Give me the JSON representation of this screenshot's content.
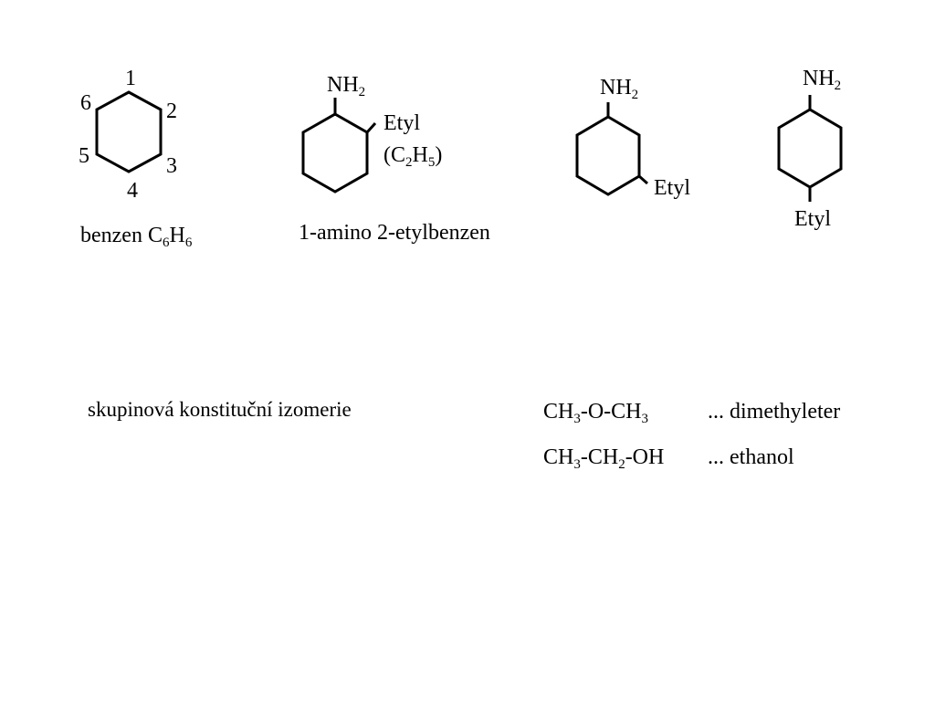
{
  "structures": {
    "benzen": {
      "numbers": [
        "1",
        "2",
        "3",
        "4",
        "5",
        "6"
      ],
      "caption": {
        "main": "benzen C",
        "sub1": "6",
        "mid": "H",
        "sub2": "6"
      }
    },
    "ortho": {
      "top": {
        "main": "NH",
        "sub": "2"
      },
      "side": {
        "line1": "Etyl",
        "open": "(C",
        "sub1": "2",
        "mid": "H",
        "sub2": "5",
        "close": ")"
      },
      "caption": "1-amino 2-etylbenzen"
    },
    "meta": {
      "top": {
        "main": "NH",
        "sub": "2"
      },
      "side": "Etyl"
    },
    "para": {
      "top": {
        "main": "NH",
        "sub": "2"
      },
      "bottom": "Etyl"
    }
  },
  "heading": "skupinová konstituční izomerie",
  "isomers": [
    {
      "parts": [
        "CH",
        "3",
        "-O-CH",
        "3",
        ""
      ],
      "name": "... dimethyleter"
    },
    {
      "parts": [
        "CH",
        "3",
        "-CH",
        "2",
        "-OH"
      ],
      "name": "... ethanol"
    }
  ]
}
